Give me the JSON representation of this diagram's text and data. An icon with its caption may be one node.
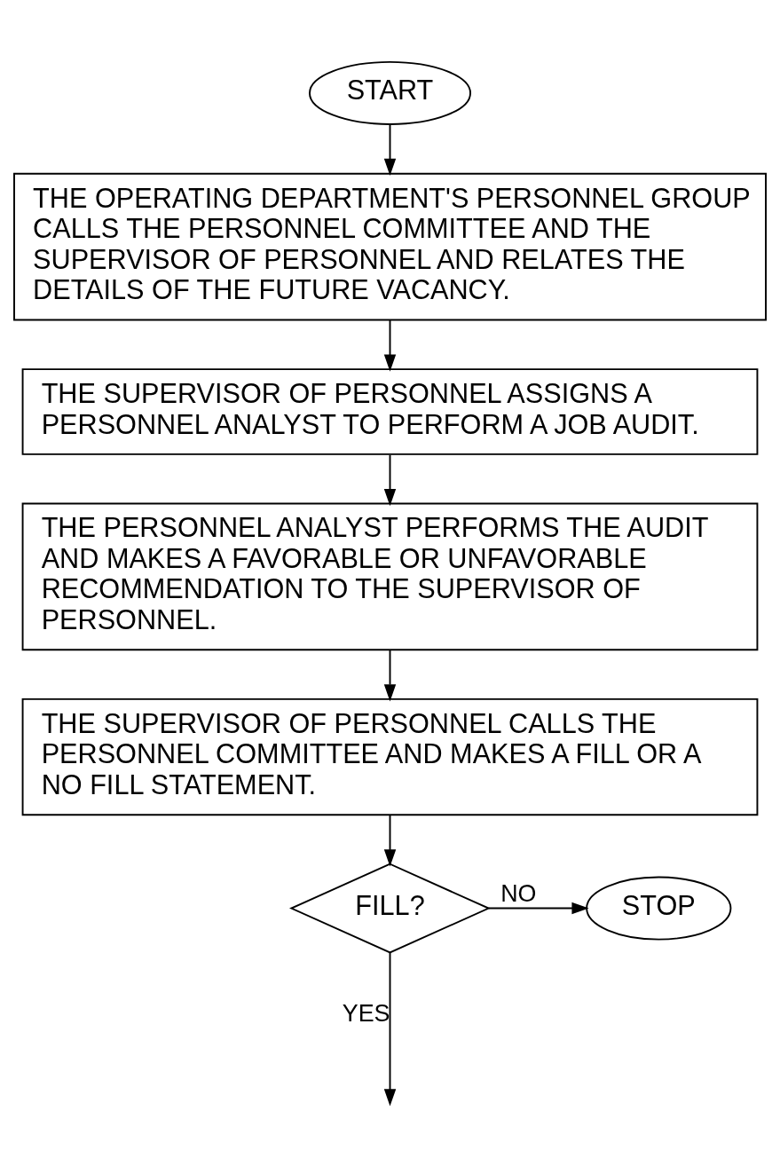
{
  "diagram": {
    "nodes": [
      {
        "text": [
          "START"
        ]
      },
      {
        "text": [
          "THE OPERATING DEPARTMENT'S PERSONNEL GROUP CALLS THE PERSONNEL COMMITTEE AND THE SUPERVISOR OF PERSONNEL AND RELATES THE DETAILS OF THE FUTURE VACANCY."
        ]
      },
      {
        "text": [
          "THE SUPERVISOR OF PERSONNEL ASSIGNS A PERSONNEL ANALYST TO PERFORM A JOB AUDIT."
        ]
      },
      {
        "text": [
          "THE PERSONNEL ANALYST PERFORMS THE AUDIT AND MAKES A FAVORABLE OR UNFAVORABLE RECOMMENDATION TO THE SUPERVISOR OF PERSONNEL."
        ]
      },
      {
        "text": [
          "THE SUPERVISOR OF PERSONNEL CALLS THE PERSONNEL COMMITTEE AND MAKES A FILL OR A NO FILL STATEMENT."
        ]
      },
      {
        "text": [
          "FILL?"
        ]
      },
      {
        "text": [
          "STOP"
        ]
      }
    ],
    "edges": [
      {
        "from": 0,
        "to": 1,
        "arrow": "to"
      },
      {
        "from": 1,
        "to": 2,
        "arrow": "to"
      },
      {
        "from": 2,
        "to": 3,
        "arrow": "to"
      },
      {
        "from": 3,
        "to": 4,
        "arrow": "to"
      },
      {
        "from": 4,
        "to": 5,
        "arrow": "to"
      },
      {
        "from": 5,
        "to": 6,
        "arrow": "to",
        "label": "NO"
      },
      {
        "from": 5,
        "to": null,
        "arrow": "to",
        "label": "YES"
      }
    ]
  }
}
